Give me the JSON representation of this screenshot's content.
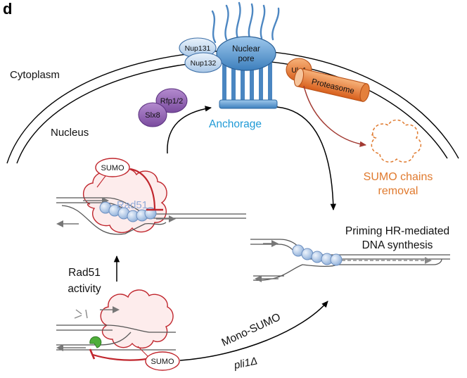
{
  "panel_label": "d",
  "compartments": {
    "cytoplasm": "Cytoplasm",
    "nucleus": "Nucleus"
  },
  "proteins": {
    "nup131": "Nup131",
    "nup132": "Nup132",
    "nuclear_pore_line1": "Nuclear",
    "nuclear_pore_line2": "pore",
    "ulp1": "Ulp1",
    "proteasome": "Proteasome",
    "rfp12": "Rfp1/2",
    "slx8": "Slx8",
    "sumo_top": "SUMO",
    "sumo_bottom": "SUMO",
    "rad51": "Rad51"
  },
  "labels": {
    "anchorage": "Anchorage",
    "sumo_removal_line1": "SUMO chains",
    "sumo_removal_line2": "removal",
    "priming_line1": "Priming HR-mediated",
    "priming_line2": "DNA synthesis",
    "rad51_activity_line1": "Rad51",
    "rad51_activity_line2": "activity",
    "mono_sumo": "Mono-SUMO",
    "pli1": "pli1Δ"
  },
  "colors": {
    "anchorage": "#1f9ad6",
    "sumo_red": "#c0262d",
    "removal_orange": "#e07a2e",
    "pore_blue": "#4f8fc4",
    "purple": "#8a57ab",
    "proteasome": "#e5752a",
    "rad51_bead": "#b7cfee",
    "cloud_fill": "#fdeeee"
  }
}
